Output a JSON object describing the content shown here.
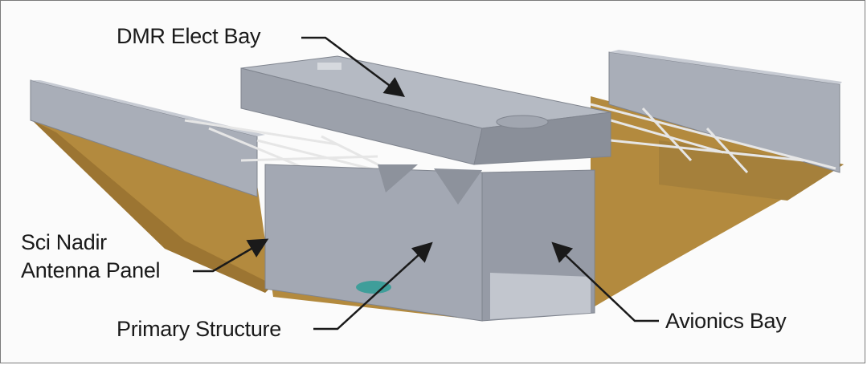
{
  "labels": {
    "dmr_elect_bay": "DMR Elect Bay",
    "sci_nadir_line1": "Sci Nadir",
    "sci_nadir_line2": "Antenna Panel",
    "primary_structure": "Primary Structure",
    "avionics_bay": "Avionics Bay"
  },
  "colors": {
    "panel_tan": "#b38a3e",
    "structure_gray": "#a3a8b3",
    "structure_dark": "#7f848e",
    "structure_light": "#c7cbd3",
    "connector_teal": "#3f9e9a",
    "leader_line": "#1a1a1a"
  }
}
